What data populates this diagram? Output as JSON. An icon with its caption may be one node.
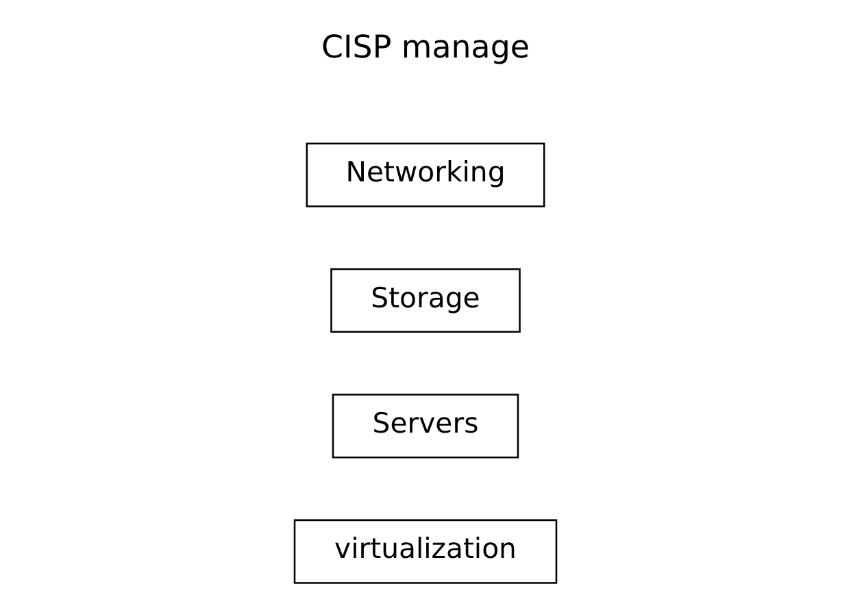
{
  "diagram": {
    "nodes": [
      {
        "text": [
          "virtualization"
        ]
      },
      {
        "text": [
          "Servers"
        ]
      },
      {
        "text": [
          "Storage"
        ]
      },
      {
        "text": [
          "Networking"
        ]
      }
    ],
    "labels": [
      "CISP manage"
    ]
  }
}
